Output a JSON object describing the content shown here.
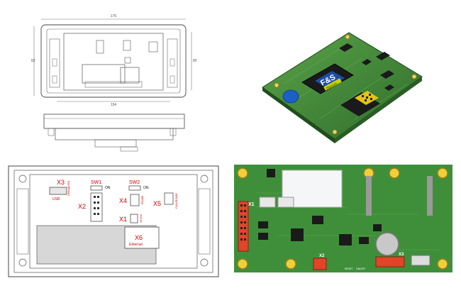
{
  "top_drawing": {
    "width_dim": "176",
    "inner_width_dim": "154",
    "height_dim_left": "83",
    "height_dim_right": "80"
  },
  "module_photo": {
    "logo": "F&S",
    "sticker": "PicoCore"
  },
  "pinout_diagram": {
    "connectors": [
      {
        "id": "X3",
        "sub": "USB",
        "sub2": "Debug/USB"
      },
      {
        "id": "SW1",
        "sub": "ON"
      },
      {
        "id": "SW2",
        "sub": "ON"
      },
      {
        "id": "X2",
        "sub": ""
      },
      {
        "id": "X4",
        "sub": "RS485"
      },
      {
        "id": "X5",
        "sub": "CAN/RS485"
      },
      {
        "id": "X1",
        "sub": "24VDC"
      },
      {
        "id": "X6",
        "sub": "Ethernet"
      }
    ]
  },
  "board_photo": {
    "labels": [
      "X1",
      "X2",
      "X3"
    ],
    "small": [
      "RESET",
      "ON/OFF"
    ]
  }
}
